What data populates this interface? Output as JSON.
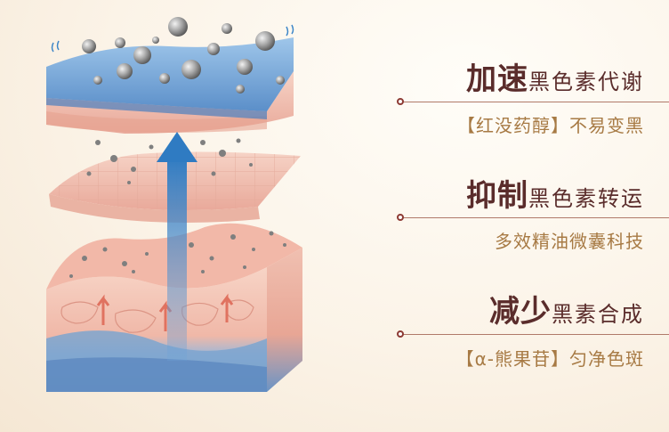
{
  "features": [
    {
      "strong": "加速",
      "rest": "黑色素代谢",
      "sub": "【红没药醇】不易变黑"
    },
    {
      "strong": "抑制",
      "rest": "黑色素转运",
      "sub": "多效精油微囊科技"
    },
    {
      "strong": "减少",
      "rest": "黑素合成",
      "sub": "【α-熊果苷】匀净色斑"
    }
  ],
  "colors": {
    "headline": "#5a2c2b",
    "subtitle": "#a77a44",
    "accent_dot": "#8d3b34",
    "skin_pink": "#f3c7b8",
    "dermis_blue": "#7aa5cf",
    "arrow_blue": "#3d86c8",
    "melanin_gray": "#8a8a8a"
  }
}
